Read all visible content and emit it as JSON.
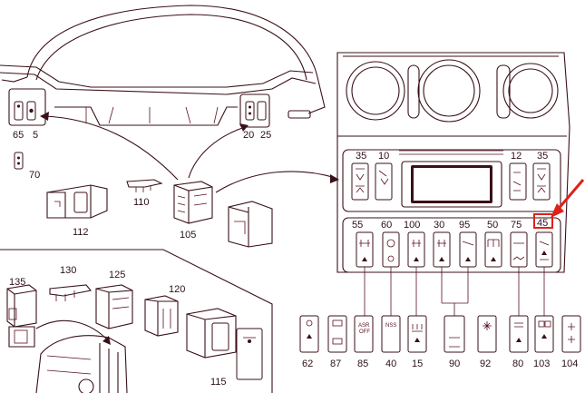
{
  "labels": {
    "l65": "65",
    "l5": "5",
    "l70": "70",
    "l20": "20",
    "l25": "25",
    "l110": "110",
    "l112": "112",
    "l105": "105",
    "l135": "135",
    "l130": "130",
    "l125": "125",
    "l120": "120",
    "l115": "115",
    "l35a": "35",
    "l10": "10",
    "l12": "12",
    "l35b": "35",
    "l55": "55",
    "l60": "60",
    "l100": "100",
    "l30": "30",
    "l95": "95",
    "l50": "50",
    "l75": "75",
    "l45": "45",
    "l62": "62",
    "l87": "87",
    "l85": "85",
    "l40": "40",
    "l15": "15",
    "l90": "90",
    "l92": "92",
    "l80": "80",
    "l103": "103",
    "l104": "104"
  },
  "switch_text": {
    "asr": "ASR",
    "asr_sub": "OFF",
    "nss": "NSS"
  },
  "colors": {
    "line": "#3a1018",
    "highlight": "#e0201a",
    "background": "#ffffff"
  }
}
